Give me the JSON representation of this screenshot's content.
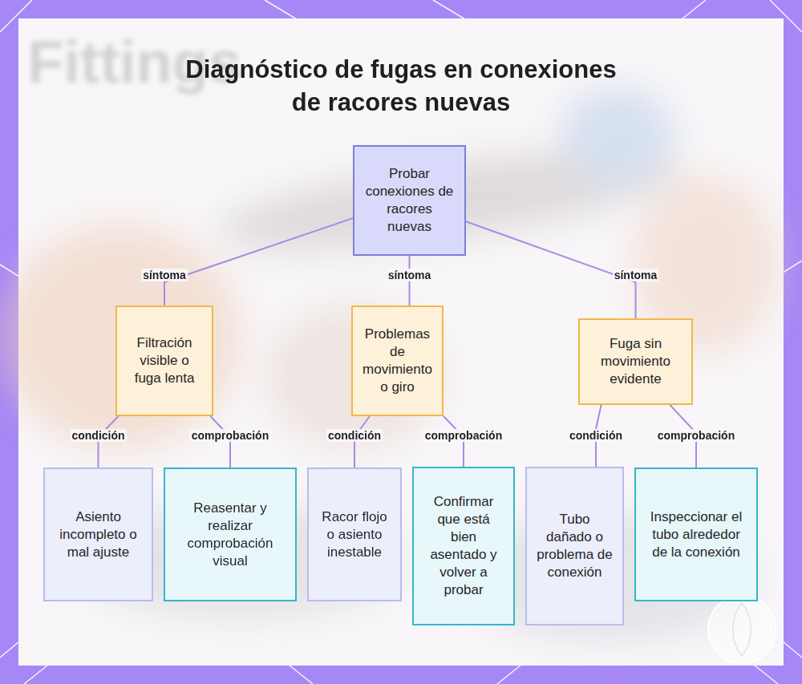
{
  "diagram": {
    "title": "Diagnóstico de fugas en conexiones de racores nuevas",
    "nodes": [
      {
        "text": [
          "Probar conexiones de racores nuevas"
        ]
      },
      {
        "text": [
          "Filtración visible o fuga lenta"
        ]
      },
      {
        "text": [
          "Problemas de movimiento o giro"
        ]
      },
      {
        "text": [
          "Fuga sin movimiento evidente"
        ]
      },
      {
        "text": [
          "Asiento incompleto o mal ajuste"
        ]
      },
      {
        "text": [
          "Reasentar y realizar comprobación visual"
        ]
      },
      {
        "text": [
          "Racor flojo o asiento inestable"
        ]
      },
      {
        "text": [
          "Confirmar que está bien asentado y volver a probar"
        ]
      },
      {
        "text": [
          "Tubo dañado o problema de conexión"
        ]
      },
      {
        "text": [
          "Inspeccionar el tubo alrededor de la conexión"
        ]
      }
    ],
    "edges": [
      {
        "from": 0,
        "to": 1,
        "label": "síntoma",
        "arrow": "none"
      },
      {
        "from": 0,
        "to": 2,
        "label": "síntoma",
        "arrow": "none"
      },
      {
        "from": 0,
        "to": 3,
        "label": "síntoma",
        "arrow": "none"
      },
      {
        "from": 1,
        "to": 4,
        "label": "condición",
        "arrow": "none"
      },
      {
        "from": 1,
        "to": 5,
        "label": "comprobación",
        "arrow": "none"
      },
      {
        "from": 2,
        "to": 6,
        "label": "condición",
        "arrow": "none"
      },
      {
        "from": 2,
        "to": 7,
        "label": "comprobación",
        "arrow": "none"
      },
      {
        "from": 3,
        "to": 8,
        "label": "condición",
        "arrow": "none"
      },
      {
        "from": 3,
        "to": 9,
        "label": "comprobación",
        "arrow": "none"
      }
    ],
    "labels": [
      "Fittings"
    ]
  }
}
